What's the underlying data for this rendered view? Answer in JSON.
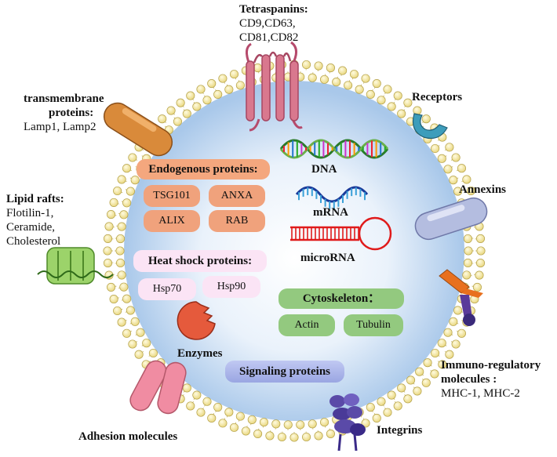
{
  "labels": {
    "tetraspanins_title": "Tetraspanins:",
    "tetraspanins_line1": "CD9,CD63,",
    "tetraspanins_line2": "CD81,CD82",
    "transmembrane_title1": "transmembrane",
    "transmembrane_title2": "proteins:",
    "transmembrane_items": "Lamp1, Lamp2",
    "receptors": "Receptors",
    "lipid_title": "Lipid rafts:",
    "lipid_line1": "Flotilin-1,",
    "lipid_line2": "Ceramide,",
    "lipid_line3": "Cholesterol",
    "annexins": "Annexins",
    "immuno_title1": "Immuno-regulatory",
    "immuno_title2": "molecules :",
    "immuno_items": "MHC-1, MHC-2",
    "adhesion": "Adhesion molecules",
    "integrins": "Integrins",
    "enzymes": "Enzymes",
    "dna": "DNA",
    "mrna": "mRNA",
    "microrna": "microRNA"
  },
  "groups": {
    "endogenous": {
      "title": "Endogenous proteins:",
      "items": [
        "TSG101",
        "ANXA",
        "ALIX",
        "RAB"
      ]
    },
    "heat_shock": {
      "title": "Heat shock proteins:",
      "items": [
        "Hsp70",
        "Hsp90"
      ]
    },
    "cytoskeleton": {
      "title": "Cytoskeleton：",
      "items": [
        "Actin",
        "Tubulin"
      ]
    },
    "signaling": {
      "title": "Signaling proteins"
    }
  },
  "colors": {
    "membrane_head": "#f6e9a8",
    "vesicle_center": "#ffffff",
    "vesicle_edge": "#a9c8ea",
    "endogenous": "#f0a27c",
    "heat_shock": "#fbe4f5",
    "cytoskeleton": "#93c97f",
    "signaling": "#a9b3ea",
    "tetraspanin": "#d9788e",
    "transmembrane": "#d98a3a",
    "receptor": "#3d9dbb",
    "annexin": "#b4bde0",
    "lipid_raft": "#9cd36a",
    "immuno": "#e8701e",
    "adhesion": "#f08ca2",
    "integrin": "#5a4aa8",
    "enzyme": "#e55a3c",
    "microrna": "#e01b1b"
  }
}
